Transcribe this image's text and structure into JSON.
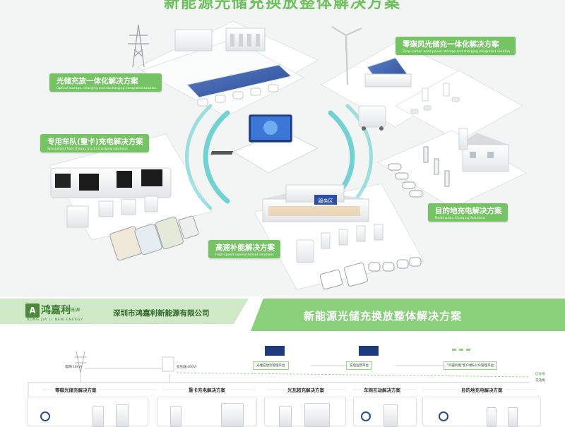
{
  "header": {
    "title": "新能源光储充换放整体解决方案"
  },
  "solutions": [
    {
      "title": "光储充放一体化解决方案",
      "subtitle": "Optical storage, charging and discharging integrated solution"
    },
    {
      "title": "零碳风光储充一体化解决方案",
      "subtitle": "Zero-carbon wind power storage and charging integrated solution"
    },
    {
      "title": "专用车队(重卡)充电解决方案",
      "subtitle": "Specialized fleet (heavy truck) charging solutions"
    },
    {
      "title": "目的地充电解决方案",
      "subtitle": "Destination Charging Solutions"
    },
    {
      "title": "高速补能解决方案",
      "subtitle": "High-speed replenishment solutions"
    }
  ],
  "station_sign": "服务区",
  "brand": {
    "name": "鸿嘉利",
    "tag": "新能源",
    "en": "HONG JIA LI NEW ENERGY",
    "company": "深圳市鸿嘉利新能源有限公司",
    "logo_letter": "A"
  },
  "band_title": "新能源光储充换放整体解决方案",
  "system": {
    "grid_label": "电网(10kV)",
    "transformer_label": "变压器(400V)",
    "platforms": [
      "光储充放云管理平台",
      "充电运营平台",
      "\"鸿嘉利电\"客户端&公众管理平台"
    ],
    "legend": [
      "信号线",
      "交流线"
    ],
    "columns": [
      "零碳光储充解决方案",
      "重卡充电解决方案",
      "光瓦超充解决方案",
      "车网互动解决方案",
      "目的地充电解决方案"
    ]
  },
  "colors": {
    "accent": "#75c463",
    "dark_green": "#3c7d32",
    "band": "#8ad07a"
  }
}
